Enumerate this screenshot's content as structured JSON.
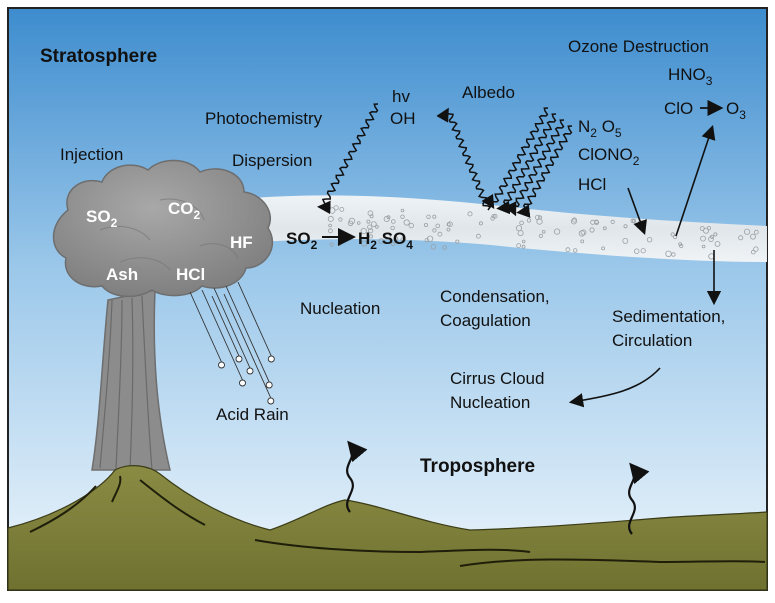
{
  "layers": {
    "stratosphere": "Stratosphere",
    "troposphere": "Troposphere"
  },
  "processes": {
    "injection": "Injection",
    "photochemistry": "Photochemistry",
    "dispersion": "Dispersion",
    "albedo": "Albedo",
    "ozone_destruction": "Ozone Destruction",
    "nucleation": "Nucleation",
    "condensation_line1": "Condensation,",
    "condensation_line2": "Coagulation",
    "sedimentation_line1": "Sedimentation,",
    "sedimentation_line2": "Circulation",
    "cirrus_line1": "Cirrus Cloud",
    "cirrus_line2": "Nucleation",
    "acid_rain": "Acid Rain"
  },
  "species": {
    "hv": "hv",
    "oh": "OH",
    "hno3": "HNO",
    "hno3_sub": "3",
    "clo": "ClO",
    "o3": "O",
    "o3_sub": "3",
    "n2o5_a": "N",
    "n2o5_a_sub": "2",
    "n2o5_b": " O",
    "n2o5_b_sub": "5",
    "clono2": "ClONO",
    "clono2_sub": "2",
    "hcl": "HCl"
  },
  "plume_gases": {
    "so2": "SO",
    "so2_sub": "2",
    "co2": "CO",
    "co2_sub": "2",
    "hf": "HF",
    "ash": "Ash",
    "hcl": "HCl"
  },
  "reaction": {
    "reactant": "SO",
    "reactant_sub": "2",
    "product_a": "H",
    "product_a_sub": "2",
    "product_b": " SO",
    "product_b_sub": "4"
  },
  "colors": {
    "sky_top": "#3f8fd0",
    "sky_bottom": "#e6f2fb",
    "plume": "#8f8f8f",
    "aerosol_band": "#e9ecef",
    "ground": "#7a7c38"
  }
}
